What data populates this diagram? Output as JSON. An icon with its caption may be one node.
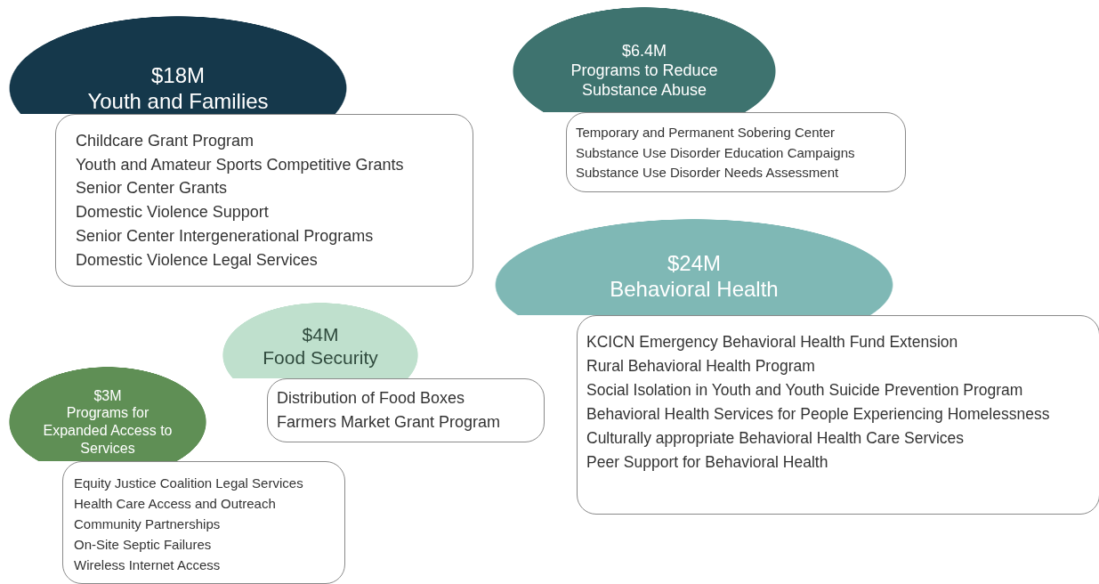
{
  "diagram": {
    "nodes": [
      {
        "text": [
          "$18M",
          "Youth and Families"
        ]
      },
      {
        "text": [
          "Childcare Grant Program",
          "Youth and Amateur Sports Competitive Grants",
          "Senior Center Grants",
          "Domestic Violence Support",
          "Senior Center Intergenerational Programs",
          "Domestic Violence Legal Services"
        ]
      },
      {
        "text": [
          "$6.4M",
          "Programs to Reduce Substance Abuse"
        ]
      },
      {
        "text": [
          "Temporary and Permanent Sobering Center",
          "Substance Use Disorder Education Campaigns",
          "Substance Use Disorder Needs Assessment"
        ]
      },
      {
        "text": [
          "$24M",
          "Behavioral Health"
        ]
      },
      {
        "text": [
          "KCICN Emergency Behavioral Health Fund Extension",
          "Rural Behavioral Health Program",
          "Social Isolation in Youth and Youth Suicide Prevention Program",
          "Behavioral Health Services for People Experiencing Homelessness",
          "Culturally appropriate Behavioral Health Care Services",
          "Peer Support for Behavioral Health"
        ]
      },
      {
        "text": [
          "$4M",
          "Food Security"
        ]
      },
      {
        "text": [
          "Distribution of Food Boxes",
          "Farmers Market Grant Program"
        ]
      },
      {
        "text": [
          "$3M",
          "Programs for Expanded Access to Services"
        ]
      },
      {
        "text": [
          "Equity Justice Coalition Legal Services",
          "Health Care Access and Outreach",
          "Community Partnerships",
          "On-Site Septic Failures",
          "Wireless Internet Access"
        ]
      }
    ]
  }
}
